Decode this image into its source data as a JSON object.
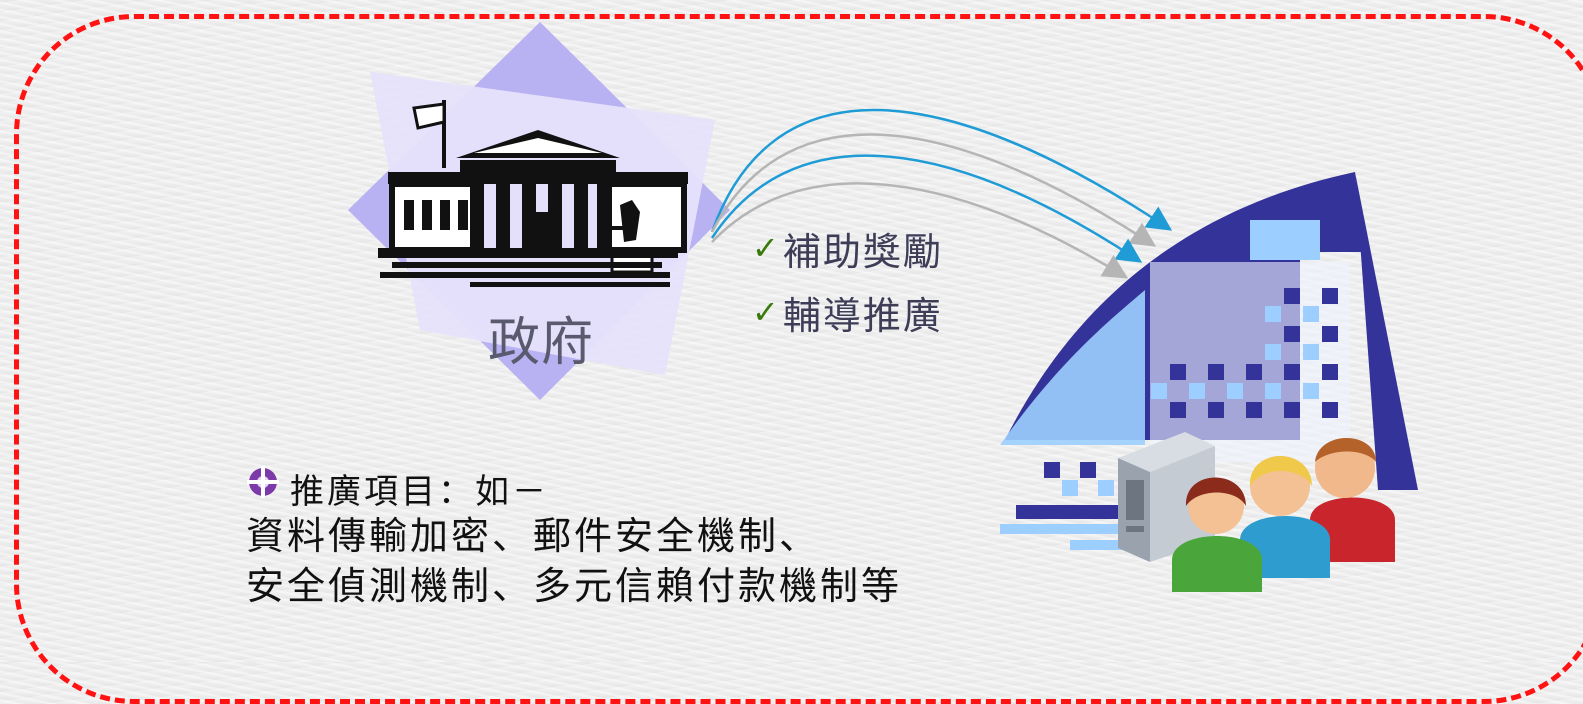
{
  "government": {
    "label": "政府",
    "icon": "courthouse-icon"
  },
  "benefits": [
    {
      "check_icon": "checkmark-icon",
      "label": "補助獎勵"
    },
    {
      "check_icon": "checkmark-icon",
      "label": "輔導推廣"
    }
  ],
  "promotion": {
    "bullet_icon": "fleur-bullet-icon",
    "title": "推廣項目：如－",
    "lines": [
      "資料傳輸加密、郵件安全機制、",
      "安全偵測機制、多元信賴付款機制等"
    ]
  },
  "enterprise": {
    "icon": "office-building-icon",
    "people_icon": "users-group-icon",
    "server_icon": "server-icon"
  },
  "colors": {
    "frame": "#ff1212",
    "diamond": "#b9b2f2",
    "diamond_light": "#e6e2fb",
    "building_dark": "#33339a",
    "building_light": "#9ccfff",
    "arrow_blue": "#1f9bd6",
    "arrow_gray": "#b5b5b5",
    "check": "#3a7a0a"
  }
}
